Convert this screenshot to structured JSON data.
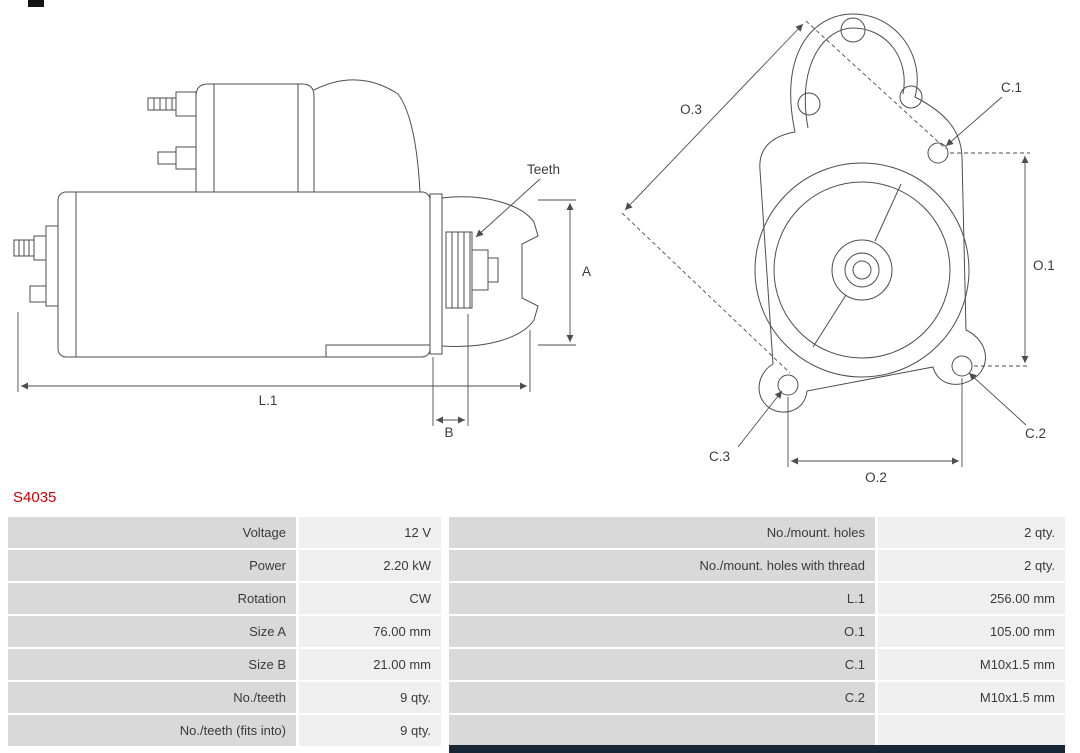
{
  "part_number": "S4035",
  "colors": {
    "part_number_red": "#cc0000",
    "table_label_bg": "#d9d9d9",
    "table_value_bg": "#efefef",
    "drawing_line": "#4d4d4d",
    "footer_bar": "#182635"
  },
  "diagram": {
    "side_view": {
      "labels": {
        "teeth": "Teeth",
        "a": "A",
        "b": "B",
        "l1": "L.1"
      }
    },
    "front_view": {
      "labels": {
        "o1": "O.1",
        "o2": "O.2",
        "o3": "O.3",
        "c1": "C.1",
        "c2": "C.2",
        "c3": "C.3"
      }
    }
  },
  "table": {
    "left_rows": [
      {
        "label": "Voltage",
        "value": "12 V"
      },
      {
        "label": "Power",
        "value": "2.20 kW"
      },
      {
        "label": "Rotation",
        "value": "CW"
      },
      {
        "label": "Size A",
        "value": "76.00 mm"
      },
      {
        "label": "Size B",
        "value": "21.00 mm"
      },
      {
        "label": "No./teeth",
        "value": "9 qty."
      },
      {
        "label": "No./teeth (fits into)",
        "value": "9 qty."
      }
    ],
    "right_rows": [
      {
        "label": "No./mount. holes",
        "value": "2 qty."
      },
      {
        "label": "No./mount. holes with thread",
        "value": "2 qty."
      },
      {
        "label": "L.1",
        "value": "256.00 mm"
      },
      {
        "label": "O.1",
        "value": "105.00 mm"
      },
      {
        "label": "C.1",
        "value": "M10x1.5 mm"
      },
      {
        "label": "C.2",
        "value": "M10x1.5 mm"
      },
      {
        "label": "",
        "value": ""
      }
    ]
  }
}
